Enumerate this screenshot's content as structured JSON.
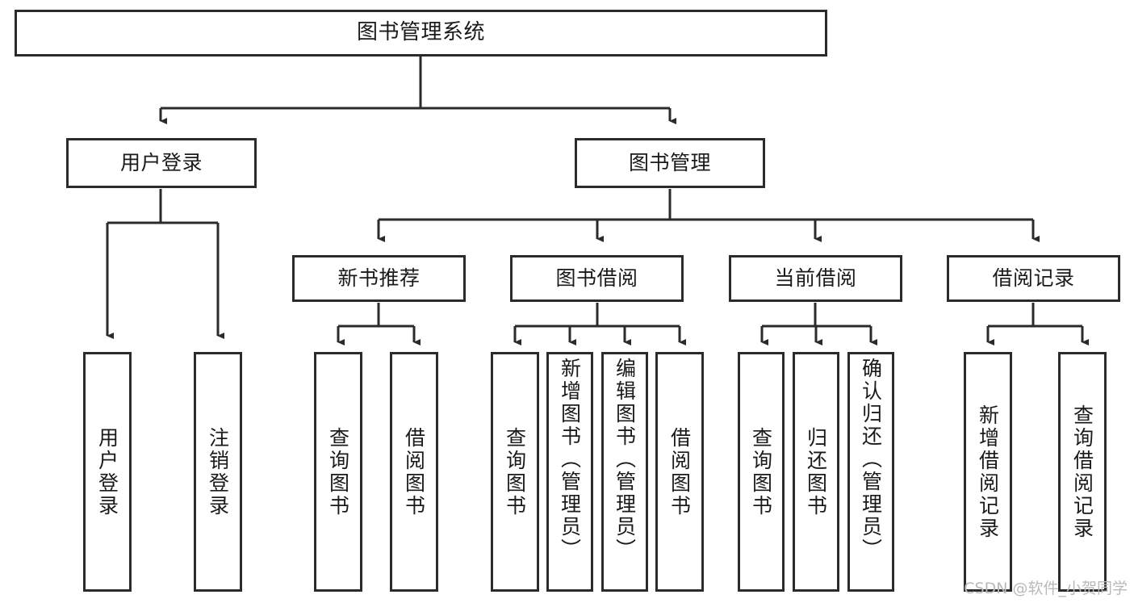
{
  "diagram": {
    "type": "tree",
    "orientation": "top-down",
    "title": "图书管理系统",
    "watermark": "CSDN @软件_小贺同学",
    "colors": {
      "stroke": "#2b2b2b",
      "fill": "#ffffff",
      "text": "#1a1a1a",
      "watermark": "#b9b9b9",
      "background": "#ffffff"
    },
    "nodes": {
      "root": {
        "label": "图书管理系统",
        "level": 0,
        "orientation": "horizontal"
      },
      "l1": [
        {
          "id": "user-login",
          "label": "用户登录",
          "level": 1,
          "orientation": "horizontal"
        },
        {
          "id": "book-manage",
          "label": "图书管理",
          "level": 1,
          "orientation": "horizontal"
        }
      ],
      "l2": [
        {
          "id": "new-book-rec",
          "label": "新书推荐",
          "level": 2,
          "orientation": "horizontal",
          "parent": "book-manage"
        },
        {
          "id": "book-borrow",
          "label": "图书借阅",
          "level": 2,
          "orientation": "horizontal",
          "parent": "book-manage"
        },
        {
          "id": "current-borrow",
          "label": "当前借阅",
          "level": 2,
          "orientation": "horizontal",
          "parent": "book-manage"
        },
        {
          "id": "borrow-record",
          "label": "借阅记录",
          "level": 2,
          "orientation": "horizontal",
          "parent": "book-manage"
        }
      ],
      "leaves": [
        {
          "id": "leaf-user-login",
          "label": "用户登录",
          "parent": "user-login",
          "orientation": "vertical"
        },
        {
          "id": "leaf-user-logout",
          "label": "注销登录",
          "parent": "user-login",
          "orientation": "vertical"
        },
        {
          "id": "leaf-query-book-rec",
          "label": "查询图书",
          "parent": "new-book-rec",
          "orientation": "vertical"
        },
        {
          "id": "leaf-borrow-book-rec",
          "label": "借阅图书",
          "parent": "new-book-rec",
          "orientation": "vertical"
        },
        {
          "id": "leaf-query-book-borrow",
          "label": "查询图书",
          "parent": "book-borrow",
          "orientation": "vertical"
        },
        {
          "id": "leaf-add-book",
          "label": "新增图书（管理员）",
          "parent": "book-borrow",
          "orientation": "vertical"
        },
        {
          "id": "leaf-edit-book",
          "label": "编辑图书（管理员）",
          "parent": "book-borrow",
          "orientation": "vertical"
        },
        {
          "id": "leaf-borrow-book",
          "label": "借阅图书",
          "parent": "book-borrow",
          "orientation": "vertical"
        },
        {
          "id": "leaf-query-book-current",
          "label": "查询图书",
          "parent": "current-borrow",
          "orientation": "vertical"
        },
        {
          "id": "leaf-return-book",
          "label": "归还图书",
          "parent": "current-borrow",
          "orientation": "vertical"
        },
        {
          "id": "leaf-confirm-return",
          "label": "确认归还（管理员）",
          "parent": "current-borrow",
          "orientation": "vertical"
        },
        {
          "id": "leaf-add-record",
          "label": "新增借阅记录",
          "parent": "borrow-record",
          "orientation": "vertical"
        },
        {
          "id": "leaf-query-record",
          "label": "查询借阅记录",
          "parent": "borrow-record",
          "orientation": "vertical"
        }
      ]
    }
  }
}
